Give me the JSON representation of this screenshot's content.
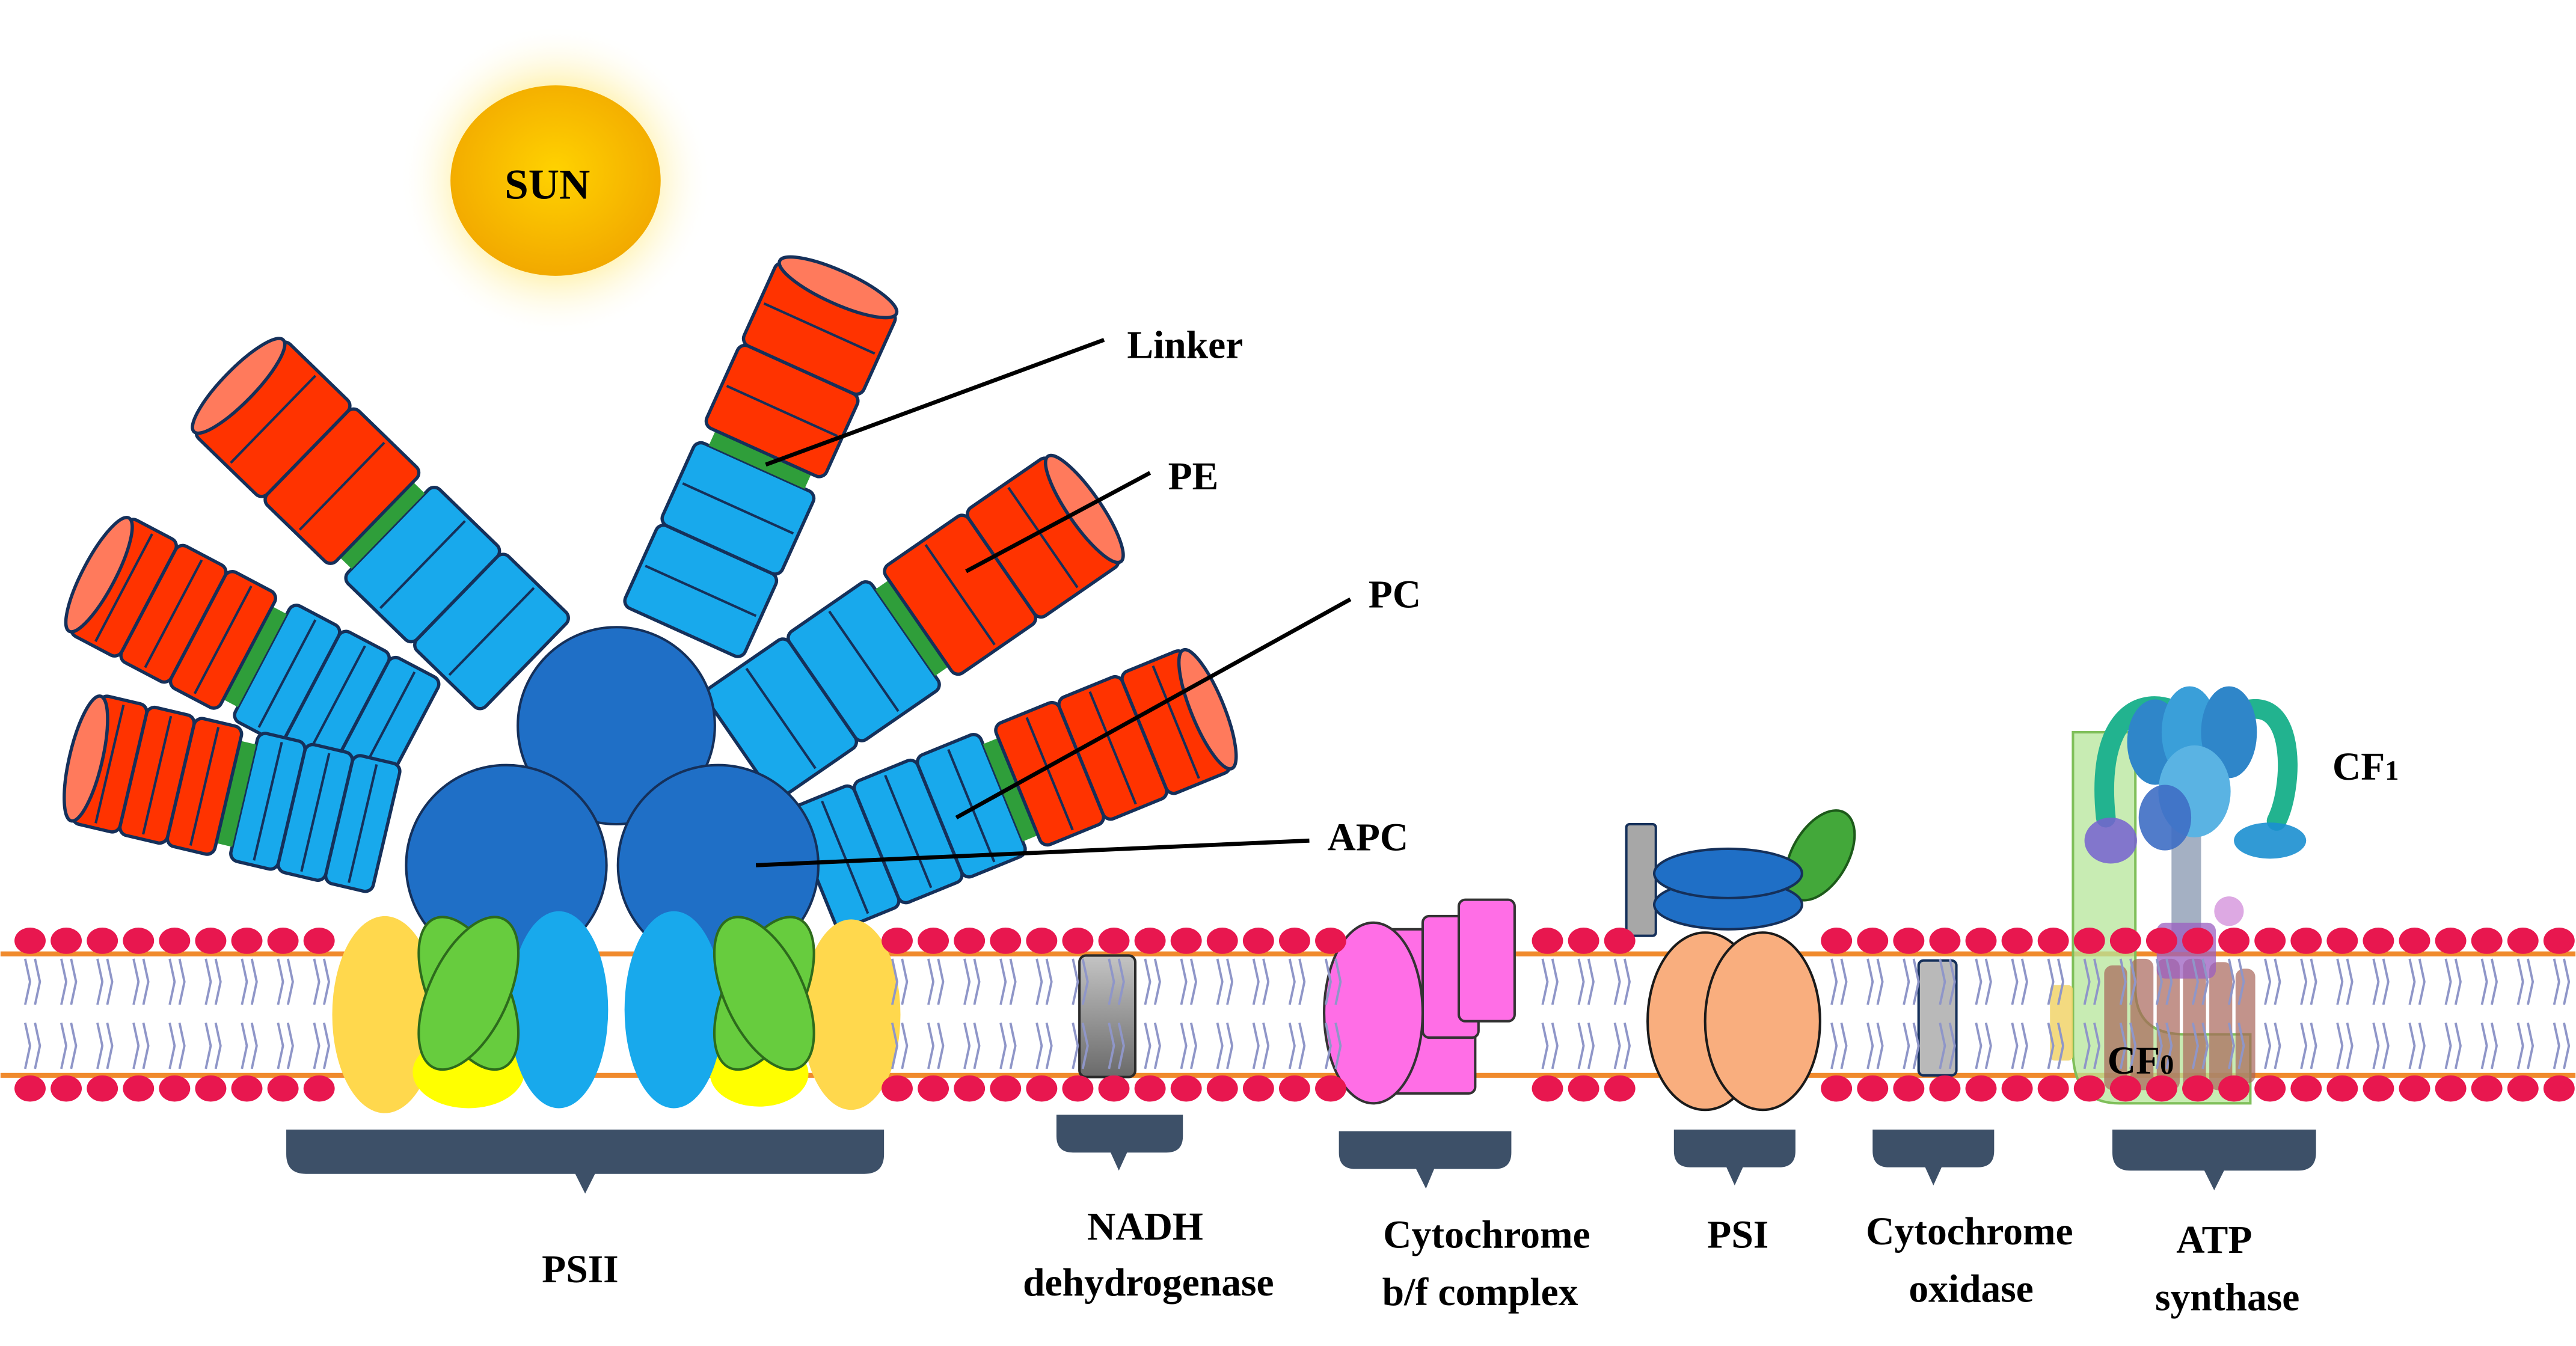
{
  "sun": {
    "label": "SUN"
  },
  "phycobilisome_labels": {
    "linker": "Linker",
    "pe": "PE",
    "pc": "PC",
    "apc": "APC"
  },
  "atp_labels": {
    "cf1": "CF",
    "cf1_sub": "1",
    "cf0": "CF",
    "cf0_sub": "0"
  },
  "complexes": {
    "psii": "PSII",
    "nadh_line1": "NADH",
    "nadh_line2": "dehydrogenase",
    "cytbf_line1": "Cytochrome",
    "cytbf_line2": "b/f complex",
    "psi": "PSI",
    "cytox_line1": "Cytochrome",
    "cytox_line2": "oxidase",
    "atp_line1": "ATP",
    "atp_line2": "synthase"
  },
  "colors": {
    "pe_red": "#ff3300",
    "pe_face": "#ff7a5c",
    "pc_blue": "#18a9ec",
    "apc_blue": "#1f6fc6",
    "linker_green": "#2f9e3a",
    "outline": "#15305a",
    "membrane_head": "#e8174f",
    "membrane_line": "#f08a2c",
    "bracket": "#3d5068",
    "sun_core": "#f5b800"
  }
}
